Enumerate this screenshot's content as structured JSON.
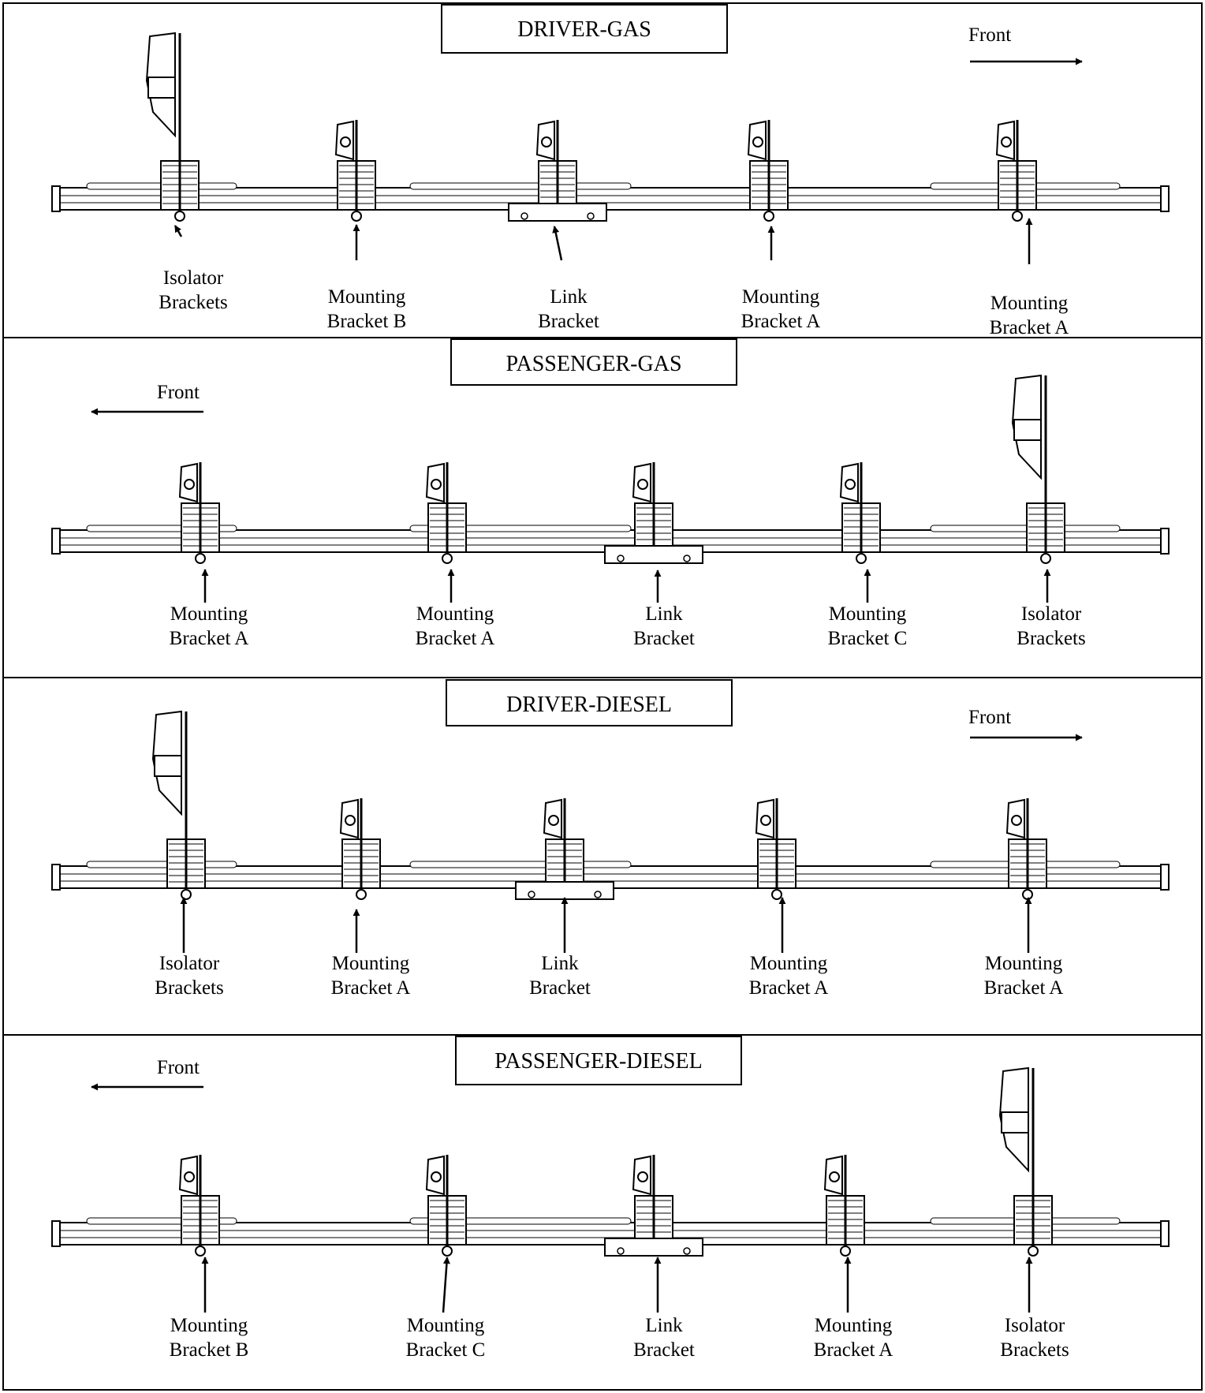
{
  "panels": [
    {
      "title": "DRIVER-GAS",
      "front_label": "Front",
      "front_direction": "right",
      "labels": [
        {
          "line1": "Isolator",
          "line2": "Brackets"
        },
        {
          "line1": "Mounting",
          "line2": "Bracket B"
        },
        {
          "line1": "Link",
          "line2": "Bracket"
        },
        {
          "line1": "Mounting",
          "line2": "Bracket A"
        },
        {
          "line1": "Mounting",
          "line2": "Bracket A"
        }
      ]
    },
    {
      "title": "PASSENGER-GAS",
      "front_label": "Front",
      "front_direction": "left",
      "labels": [
        {
          "line1": "Mounting",
          "line2": "Bracket A"
        },
        {
          "line1": "Mounting",
          "line2": "Bracket A"
        },
        {
          "line1": "Link",
          "line2": "Bracket"
        },
        {
          "line1": "Mounting",
          "line2": "Bracket C"
        },
        {
          "line1": "Isolator",
          "line2": "Brackets"
        }
      ]
    },
    {
      "title": "DRIVER-DIESEL",
      "front_label": "Front",
      "front_direction": "right",
      "labels": [
        {
          "line1": "Isolator",
          "line2": "Brackets"
        },
        {
          "line1": "Mounting",
          "line2": "Bracket A"
        },
        {
          "line1": "Link",
          "line2": "Bracket"
        },
        {
          "line1": "Mounting",
          "line2": "Bracket A"
        },
        {
          "line1": "Mounting",
          "line2": "Bracket A"
        }
      ]
    },
    {
      "title": "PASSENGER-DIESEL",
      "front_label": "Front",
      "front_direction": "left",
      "labels": [
        {
          "line1": "Mounting",
          "line2": "Bracket B"
        },
        {
          "line1": "Mounting",
          "line2": "Bracket C"
        },
        {
          "line1": "Link",
          "line2": "Bracket"
        },
        {
          "line1": "Mounting",
          "line2": "Bracket A"
        },
        {
          "line1": "Isolator",
          "line2": "Brackets"
        }
      ]
    }
  ]
}
